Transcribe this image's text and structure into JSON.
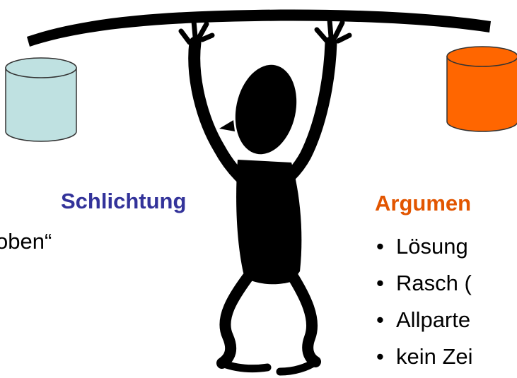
{
  "left_column": {
    "heading": "Schlichtung",
    "line": "oben“"
  },
  "right_column": {
    "heading": "Argumen",
    "bullet_char": "•",
    "bullets": [
      "Lösung",
      "Rasch (",
      "Allparte",
      "kein Zei"
    ]
  },
  "colors": {
    "left_heading": "#33339a",
    "right_heading": "#e25500",
    "left_cylinder": "#bfe1e1",
    "right_cylinder": "#ff6600",
    "figure": "#000000"
  },
  "icons": {
    "left_cylinder": "cylinder-icon",
    "right_cylinder": "cylinder-icon",
    "figure": "stick-figure-illustration",
    "beam": "beam-illustration"
  }
}
